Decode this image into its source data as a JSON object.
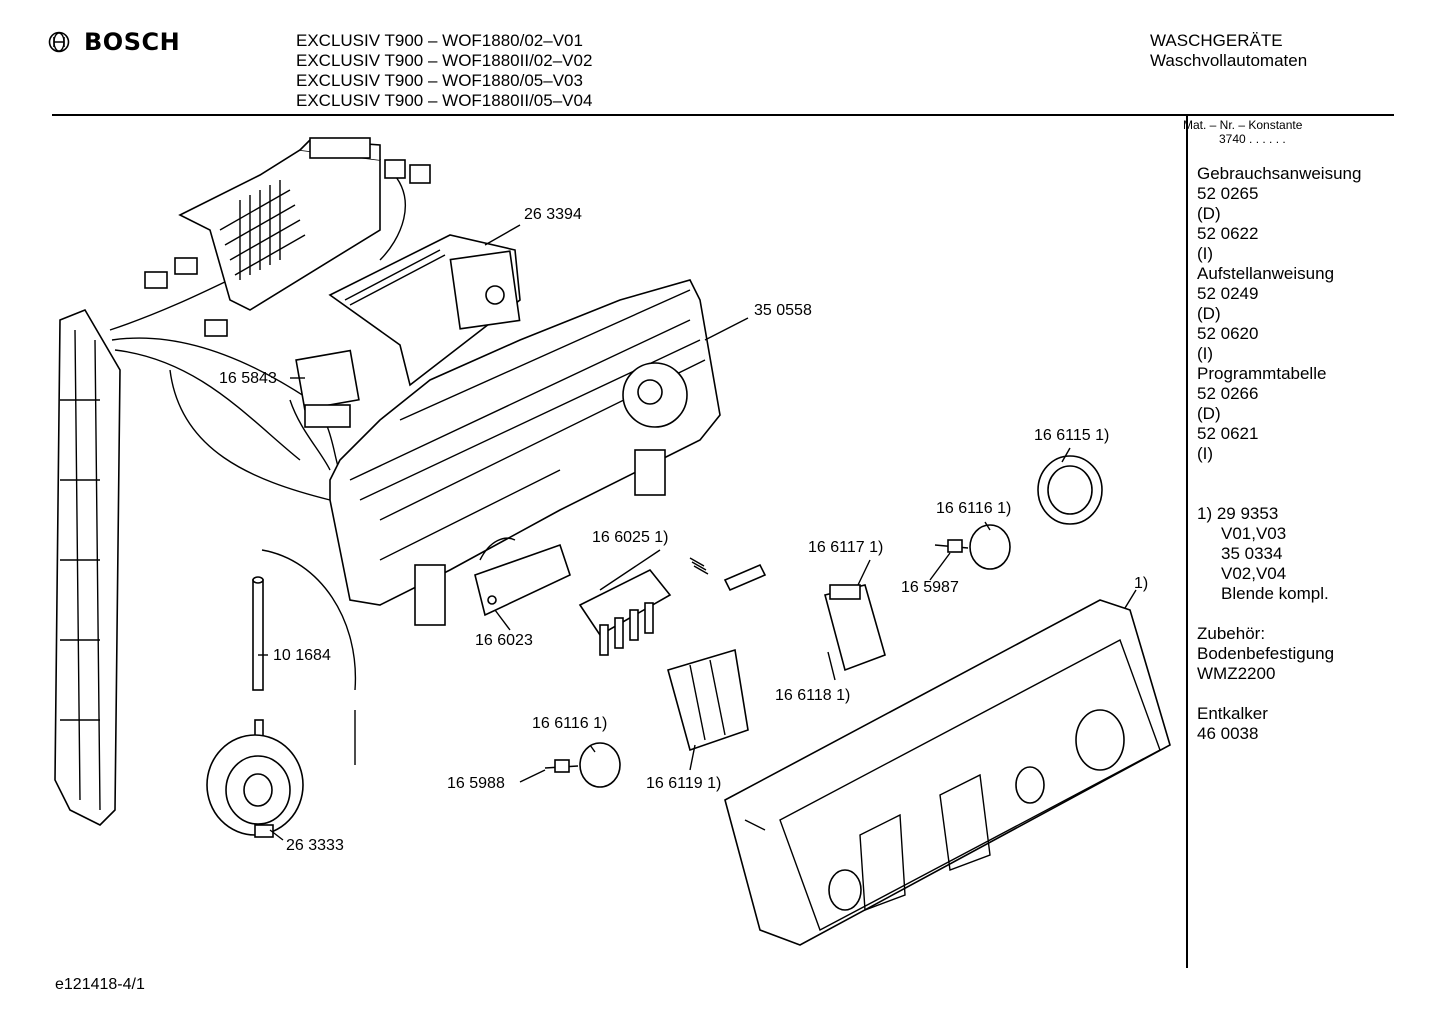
{
  "header": {
    "brand": "BOSCH",
    "models": [
      "EXCLUSIV T900 – WOF1880/02–V01",
      "EXCLUSIV T900 – WOF1880II/02–V02",
      "EXCLUSIV T900 – WOF1880/05–V03",
      "EXCLUSIV T900 – WOF1880II/05–V04"
    ],
    "category": "WASCHGERÄTE",
    "subcategory": "Waschvollautomaten"
  },
  "sidebar": {
    "konstante_label": "Mat. – Nr. – Konstante",
    "konstante_value": "3740 . . . . . .",
    "docs": [
      {
        "title": "Gebrauchsanweisung",
        "items": [
          "52 0265",
          "(D)",
          "52 0622",
          "(I)"
        ]
      },
      {
        "title": "Aufstellanweisung",
        "items": [
          "52 0249",
          "(D)",
          "52 0620",
          "(I)"
        ]
      },
      {
        "title": "Programmtabelle",
        "items": [
          "52 0266",
          "(D)",
          "52 0621",
          "(I)"
        ]
      }
    ],
    "footnote": {
      "first": "1) 29 9353",
      "lines": [
        "V01,V03",
        "35 0334",
        "V02,V04",
        "Blende kompl."
      ]
    },
    "accessory_title": "Zubehör:",
    "accessory_lines": [
      "Bodenbefestigung",
      "WMZ2200"
    ],
    "descaler_title": "Entkalker",
    "descaler_number": "46 0038"
  },
  "parts": {
    "p263394": "26 3394",
    "p350558": "35 0558",
    "p165843": "16 5843",
    "p1661151": "16 6115 1)",
    "p1661161a": "16 6116 1)",
    "p1660251": "16 6025 1)",
    "p1661171": "16 6117 1)",
    "p165987": "16 5987",
    "p1panel": "1)",
    "p101684": "10 1684",
    "p166023": "16 6023",
    "p1661181": "16 6118 1)",
    "p1661161b": "16 6116 1)",
    "p165988": "16 5988",
    "p1661191": "16 6119 1)",
    "p263333": "26 3333"
  },
  "footer": {
    "code": "e121418-4/1"
  }
}
